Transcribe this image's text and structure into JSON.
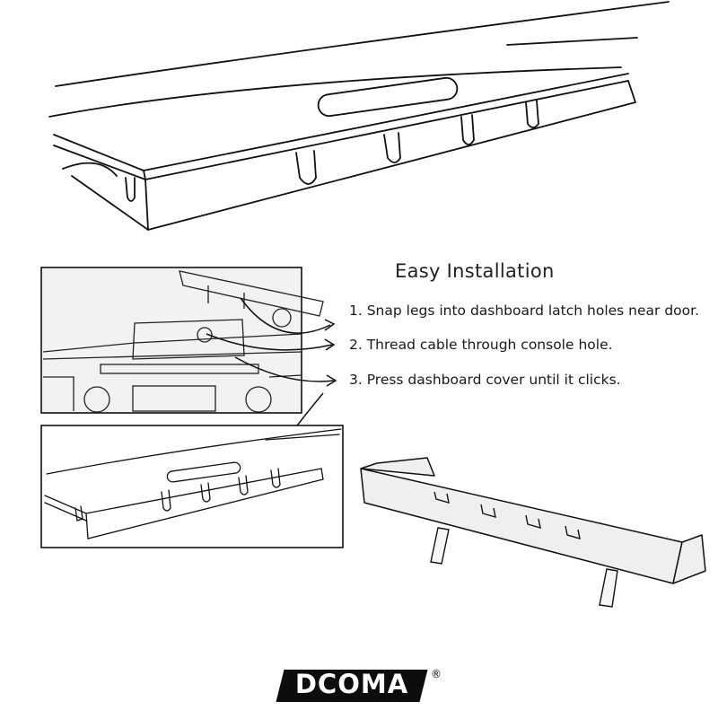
{
  "heading": "Easy Installation",
  "steps": [
    "1.   Snap legs into dashboard latch holes near door.",
    "2. Thread cable through console hole.",
    "3. Press dashboard cover until it clicks."
  ],
  "brand": {
    "logo": "DCOMA",
    "registered_mark": "®"
  },
  "colors": {
    "line": "#111111",
    "photo_background": "#f2f2f2"
  }
}
